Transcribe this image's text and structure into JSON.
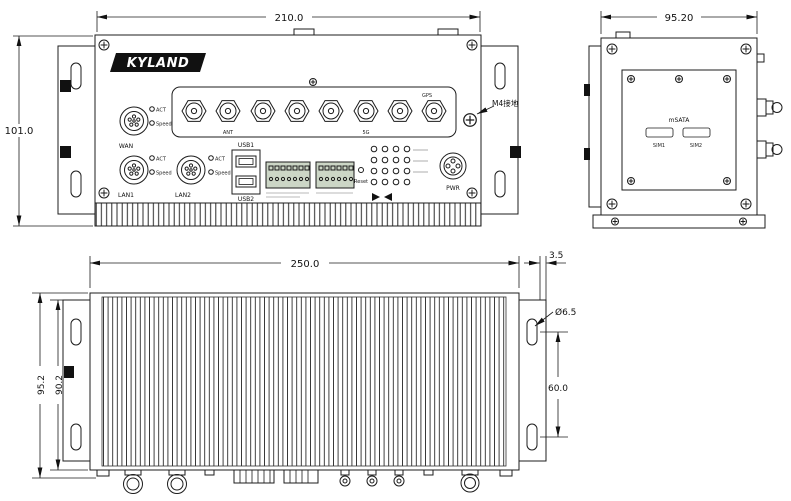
{
  "drawing": {
    "title": "KYLAND industrial device dimensional drawing"
  },
  "front_view": {
    "dim_width": "210.0",
    "dim_height": "101.0",
    "logo": "KYLAND",
    "ground_label": "M4接地",
    "labels": {
      "wan": "WAN",
      "lan1": "LAN1",
      "lan2": "LAN2",
      "usb1": "USB1",
      "usb2": "USB2",
      "ant": "ANT",
      "five_g": "5G",
      "gps": "GPS",
      "pwr": "PWR",
      "reset": "Reset",
      "act": "ACT",
      "speed": "Speed"
    }
  },
  "side_view": {
    "dim_width": "95.20",
    "labels": {
      "msata": "mSATA",
      "sim1": "SIM1",
      "sim2": "SIM2"
    }
  },
  "bottom_view": {
    "dim_width": "250.0",
    "dim_bracket_offset": "3.5",
    "dim_height_outer": "95.2",
    "dim_height_body": "90.2",
    "dim_hole_spacing": "60.0",
    "hole_diameter": "Ø6.5"
  }
}
